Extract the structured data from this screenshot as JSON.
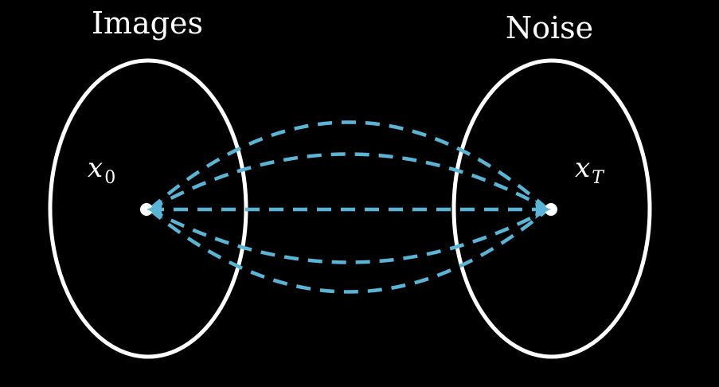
{
  "diagram": {
    "colors": {
      "background": "#000000",
      "outline": "#ffffff",
      "paths": "#5ab4d6"
    },
    "left_set": {
      "title": "Images",
      "var_main": "x",
      "var_sub": "0"
    },
    "right_set": {
      "title": "Noise",
      "var_main": "x",
      "var_sub": "T"
    }
  }
}
